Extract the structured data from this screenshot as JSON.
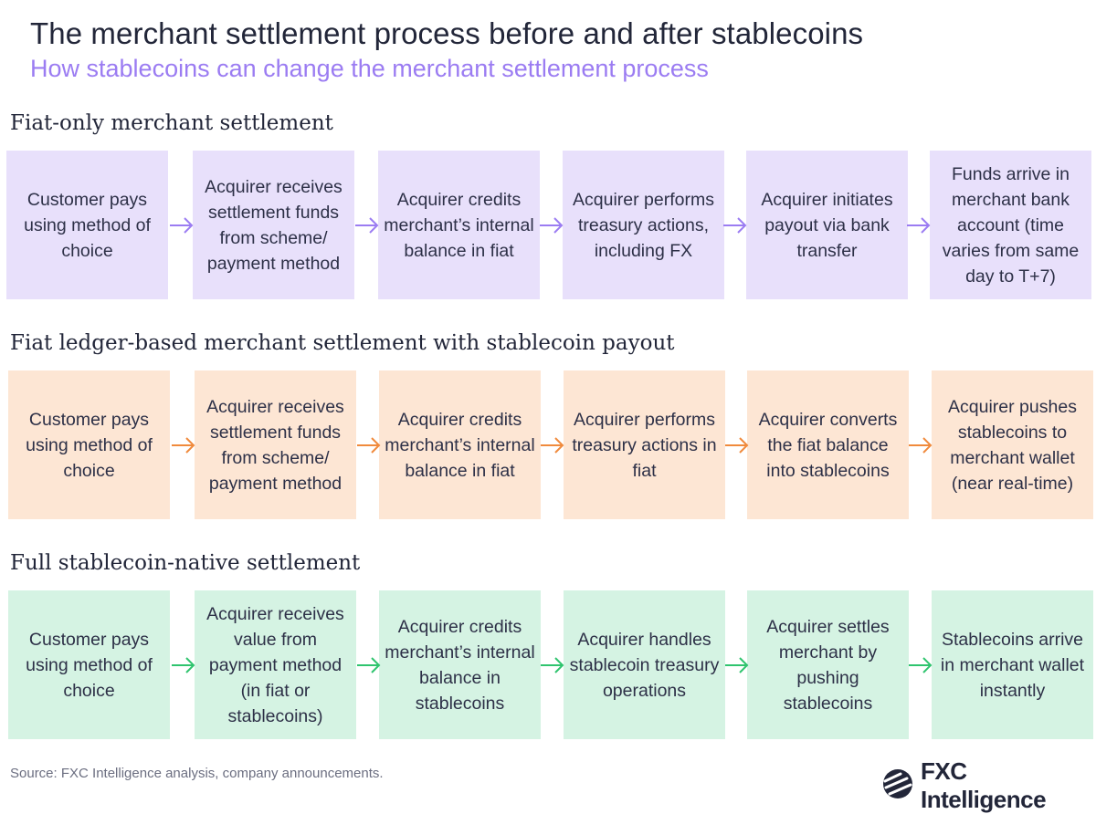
{
  "header": {
    "title": "The merchant settlement process before and after stablecoins",
    "subtitle": "How stablecoins can change the merchant settlement process"
  },
  "sections": [
    {
      "title": "Fiat-only merchant settlement",
      "color": "#e8e0fb",
      "arrow_color": "#9b7cf2",
      "steps": [
        "Customer pays using method of choice",
        "Acquirer receives settlement funds from scheme/ payment method",
        "Acquirer credits merchant’s internal balance in fiat",
        "Acquirer performs treasury actions, including FX",
        "Acquirer initiates payout via bank transfer",
        "Funds arrive in merchant bank account (time varies from same day to T+7)"
      ]
    },
    {
      "title": "Fiat ledger-based merchant settlement with stablecoin payout",
      "color": "#fde6d4",
      "arrow_color": "#f08a3c",
      "steps": [
        "Customer pays using method of choice",
        "Acquirer receives settlement funds from scheme/ payment method",
        "Acquirer credits merchant’s internal balance in fiat",
        "Acquirer performs treasury actions in fiat",
        "Acquirer converts the fiat balance into stablecoins",
        "Acquirer pushes stablecoins to merchant wallet (near real-time)"
      ]
    },
    {
      "title": "Full stablecoin-native settlement",
      "color": "#d5f3e3",
      "arrow_color": "#2fc46e",
      "steps": [
        "Customer pays using method of choice",
        "Acquirer receives value from payment method (in fiat or stablecoins)",
        "Acquirer credits merchant’s internal balance in stablecoins",
        "Acquirer handles stablecoin treasury operations",
        "Acquirer settles merchant by pushing stablecoins",
        "Stablecoins arrive in merchant wallet instantly"
      ]
    }
  ],
  "footer": {
    "source": "Source: FXC Intelligence analysis, company announcements.",
    "logo_text": "FXC Intelligence",
    "logo_icon": "fxc-logo-icon"
  }
}
